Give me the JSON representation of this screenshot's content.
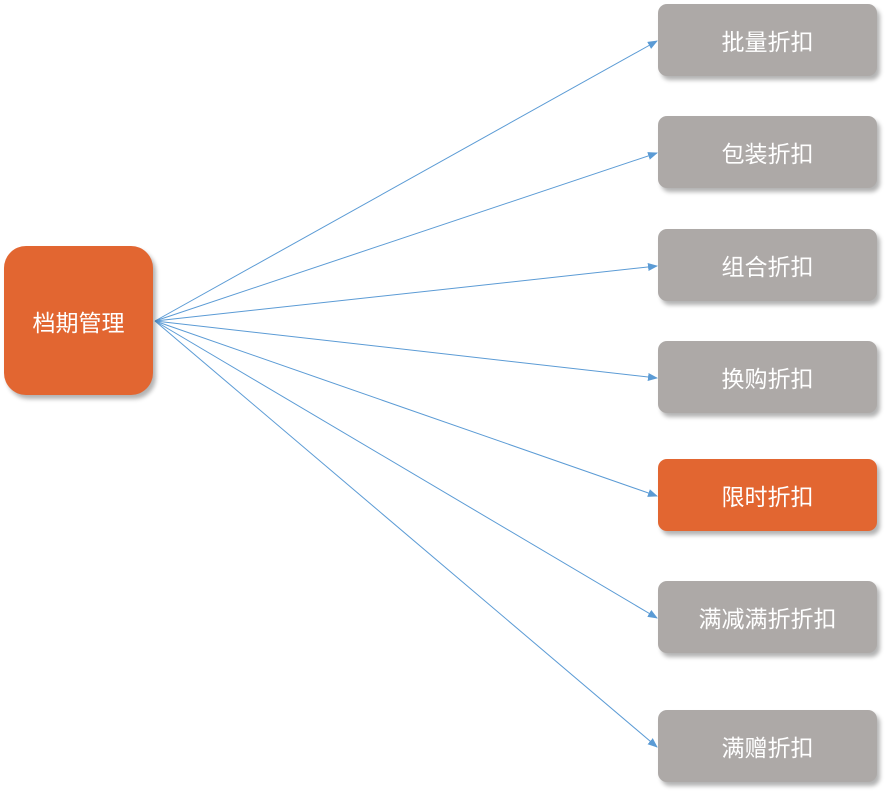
{
  "colors": {
    "accent": "#E26631",
    "neutral": "#ADA9A7",
    "arrow": "#5B9BD5"
  },
  "root": {
    "label": "档期管理",
    "color": "#E26631"
  },
  "children": [
    {
      "label": "批量折扣",
      "color": "#ADA9A7"
    },
    {
      "label": "包装折扣",
      "color": "#ADA9A7"
    },
    {
      "label": "组合折扣",
      "color": "#ADA9A7"
    },
    {
      "label": "换购折扣",
      "color": "#ADA9A7"
    },
    {
      "label": "限时折扣",
      "color": "#E26631"
    },
    {
      "label": "满减满折折扣",
      "color": "#ADA9A7"
    },
    {
      "label": "满赠折扣",
      "color": "#ADA9A7"
    }
  ]
}
